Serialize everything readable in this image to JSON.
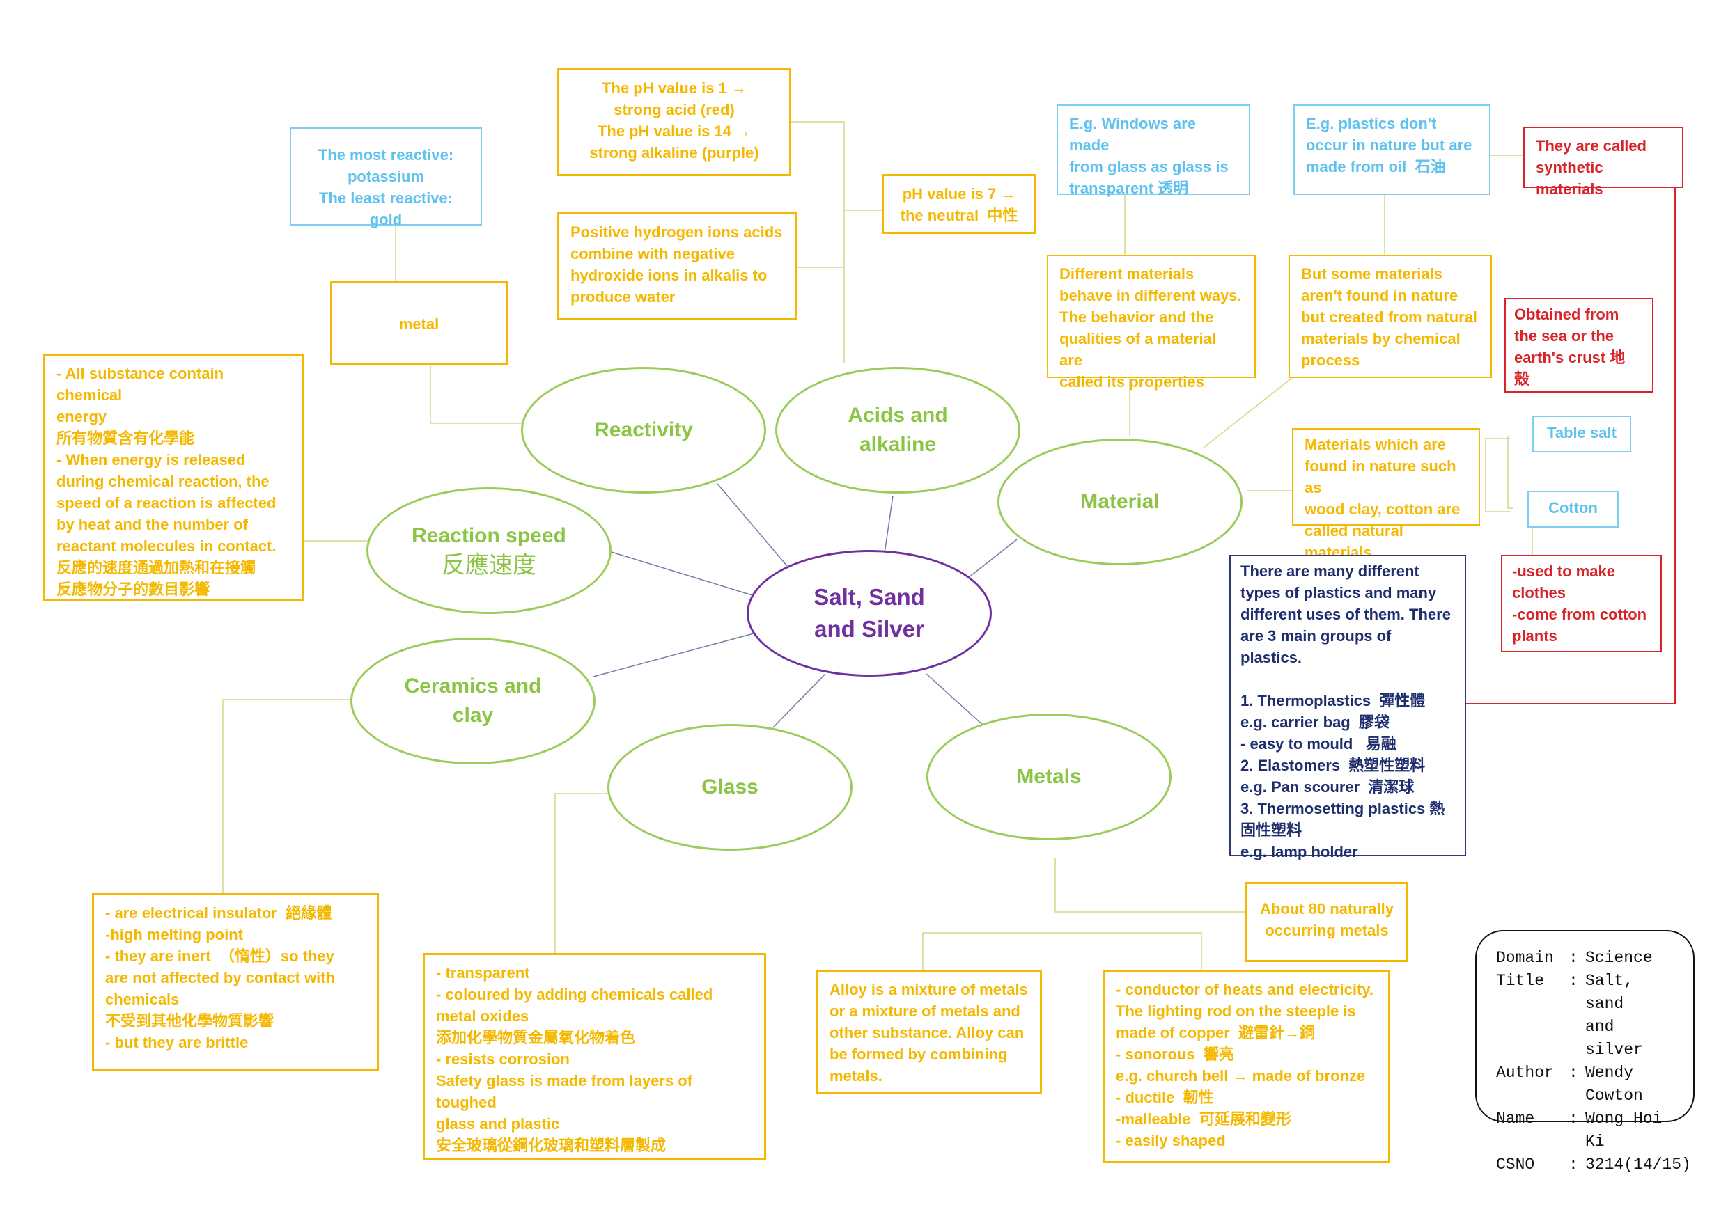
{
  "center": {
    "lines": [
      "Salt, Sand",
      "and Silver"
    ]
  },
  "topics": {
    "reactivity": {
      "lines": [
        "Reactivity"
      ]
    },
    "acids": {
      "lines": [
        "Acids and",
        "alkaline"
      ]
    },
    "material": {
      "lines": [
        "Material"
      ]
    },
    "reaction_speed": {
      "lines": [
        "Reaction speed",
        "反應速度"
      ]
    },
    "ceramics": {
      "lines": [
        "Ceramics and",
        "clay"
      ]
    },
    "glass": {
      "lines": [
        "Glass"
      ]
    },
    "metals": {
      "lines": [
        "Metals"
      ]
    }
  },
  "notes": {
    "most_reactive": [
      "The most reactive:",
      "potassium",
      "The least reactive: gold"
    ],
    "metal": [
      "metal"
    ],
    "chemical_energy": [
      "- All substance contain chemical",
      "energy",
      "所有物質含有化學能",
      "- When energy is released",
      "during chemical reaction, the",
      "speed of a reaction is affected",
      "by heat and the number of",
      "reactant molecules in contact.",
      "反應的速度通過加熱和在接觸",
      "反應物分子的數目影響"
    ],
    "ph_values": [
      "The pH value is 1 →",
      "strong acid (red)",
      "The pH value is 14 →",
      "strong alkaline (purple)"
    ],
    "ph_neutral": [
      "pH value is 7 →",
      "the neutral  中性"
    ],
    "neutralisation": [
      "Positive hydrogen ions acids",
      "combine with negative",
      "hydroxide ions in alkalis to",
      "produce water"
    ],
    "windows": [
      "E.g. Windows are made",
      "from glass as glass is",
      "transparent 透明"
    ],
    "plastics_oil": [
      "E.g. plastics don't",
      "occur in nature but are",
      "made from oil  石油"
    ],
    "synthetic": [
      "They are called",
      "synthetic materials"
    ],
    "properties": [
      "Different materials",
      "behave in different ways.",
      "The behavior and the",
      "qualities of a material are",
      "called its properties"
    ],
    "chemical_process": [
      "But some materials",
      "aren't found in nature",
      "but created from natural",
      "materials by chemical",
      "process"
    ],
    "sea_crust": [
      "Obtained from",
      "the sea or the",
      "earth's crust 地",
      "殼"
    ],
    "table_salt": [
      "Table salt"
    ],
    "cotton": [
      "Cotton"
    ],
    "natural_materials": [
      "Materials which are",
      "found in nature such as",
      "wood clay, cotton are",
      "called natural materials"
    ],
    "cotton_uses": [
      "-used to make",
      "clothes",
      "-come from cotton",
      "plants"
    ],
    "plastics_groups": [
      "There are many different",
      "types of plastics and many",
      "different uses of them. There",
      "are 3 main groups of plastics.",
      "",
      "1. Thermoplastics  彈性體",
      "e.g. carrier bag  膠袋",
      "- easy to mould   易融",
      "2. Elastomers  熱塑性塑料",
      "e.g. Pan scourer  清潔球",
      "3. Thermosetting plastics 熱",
      "固性塑料",
      "e.g. lamp holder"
    ],
    "ceramics_props": [
      "- are electrical insulator  絕緣體",
      "-high melting point",
      "- they are inert  （惰性）so they",
      "are not affected by contact with",
      "chemicals",
      "不受到其他化學物質影響",
      "- but they are brittle"
    ],
    "glass_props": [
      "- transparent",
      "- coloured by adding chemicals called",
      "metal oxides",
      "添加化學物質金屬氧化物着色",
      "- resists corrosion",
      "Safety glass is made from layers of toughed",
      "glass and plastic",
      "安全玻璃從鋼化玻璃和塑料層製成"
    ],
    "about80": [
      "About 80 naturally",
      "occurring metals"
    ],
    "alloy": [
      "Alloy is a mixture of metals",
      "or a mixture of metals and",
      "other substance. Alloy can",
      "be formed by combining",
      "metals."
    ],
    "metal_props": [
      "- conductor of heats and electricity.",
      "The lighting rod on the steeple is",
      "made of copper  避雷針→銅",
      "- sonorous  響亮",
      "e.g. church bell → made of bronze",
      "- ductile  韌性",
      "-malleable  可延展和變形",
      "- easily shaped"
    ]
  },
  "info": [
    {
      "key": "Domain",
      "value": "Science"
    },
    {
      "key": "Title",
      "value": "Salt, sand\nand silver"
    },
    {
      "key": "Author",
      "value": "Wendy Cowton"
    },
    {
      "key": "Name",
      "value": "Wong Hoi Ki"
    },
    {
      "key": "CSNO",
      "value": "3214(14/15)"
    }
  ],
  "colors": {
    "yellow": "#f5b800",
    "blue": "#5fc2ee",
    "red": "#d9232a",
    "navy": "#1f2f6e",
    "green": "#8cc445",
    "purple": "#7030a0"
  }
}
